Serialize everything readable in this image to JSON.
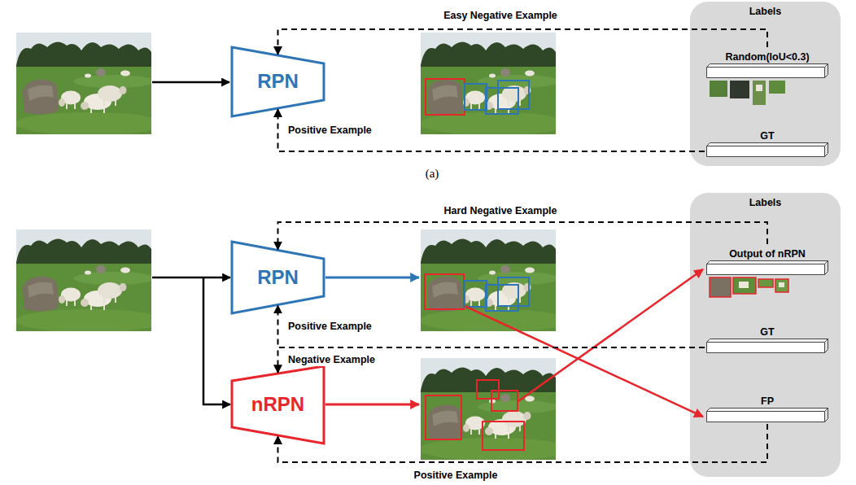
{
  "diagram": {
    "nodes": [
      {
        "text": [
          "RPN"
        ]
      },
      {
        "text": [
          "Labels"
        ]
      },
      {
        "text": [
          "Random(IoU<0.3)"
        ],
        "in": 1
      },
      {
        "text": [
          "GT"
        ],
        "in": 1
      },
      {
        "text": [
          "RPN"
        ]
      },
      {
        "text": [
          "nRPN"
        ]
      },
      {
        "text": [
          "Labels"
        ]
      },
      {
        "text": [
          "Output of nRPN"
        ],
        "in": 6
      },
      {
        "text": [
          "GT"
        ],
        "in": 6
      },
      {
        "text": [
          "FP"
        ],
        "in": 6
      }
    ],
    "edges": [
      {
        "from": 2,
        "to": 0,
        "arrow": "to",
        "label": "Easy Negative Example"
      },
      {
        "from": 3,
        "to": 0,
        "arrow": "to",
        "label": "Positive Example"
      },
      {
        "from": 7,
        "to": 4,
        "arrow": "to",
        "label": "Hard Negative Example"
      },
      {
        "from": 8,
        "to": 4,
        "arrow": "to",
        "label": "Positive Example"
      },
      {
        "from": 8,
        "to": 5,
        "arrow": "to",
        "label": "Negative Example"
      },
      {
        "from": 9,
        "to": 5,
        "arrow": "to",
        "label": "Positive Example"
      }
    ],
    "labels": [
      "(a)"
    ]
  }
}
